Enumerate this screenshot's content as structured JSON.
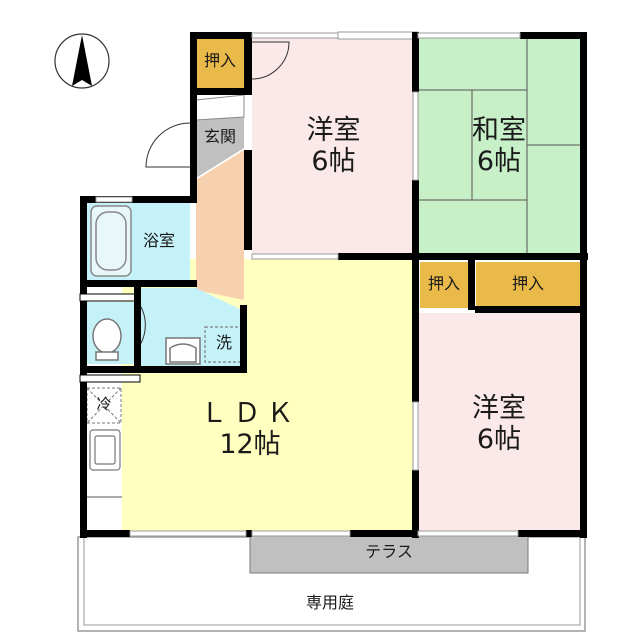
{
  "floorplan": {
    "compass": {
      "icon": "north-arrow-icon",
      "direction": "N"
    },
    "colors": {
      "western_room": "#fbe9e9",
      "japanese_room": "#c8f0c8",
      "ldk": "#ffffc0",
      "closet": "#e9b949",
      "bath": "#c5f2f8",
      "entrance": "#c0c0c0",
      "hallway": "#f7d1ae",
      "terrace": "#c0c0c0",
      "wall": "#000000"
    },
    "rooms": {
      "western_room_1": {
        "name": "洋室",
        "size": "6帖"
      },
      "japanese_room": {
        "name": "和室",
        "size": "6帖"
      },
      "western_room_2": {
        "name": "洋室",
        "size": "6帖"
      },
      "ldk": {
        "name": "ＬＤＫ",
        "size": "12帖"
      },
      "closet_top_left": {
        "name": "押入"
      },
      "closet_mid_left": {
        "name": "押入"
      },
      "closet_mid_right": {
        "name": "押入"
      },
      "entrance": {
        "name": "玄関"
      },
      "bathroom": {
        "name": "浴室"
      },
      "washer": {
        "name": "洗"
      },
      "fridge": {
        "name": "冷"
      },
      "terrace": {
        "name": "テラス"
      },
      "private_garden": {
        "name": "専用庭"
      }
    }
  }
}
